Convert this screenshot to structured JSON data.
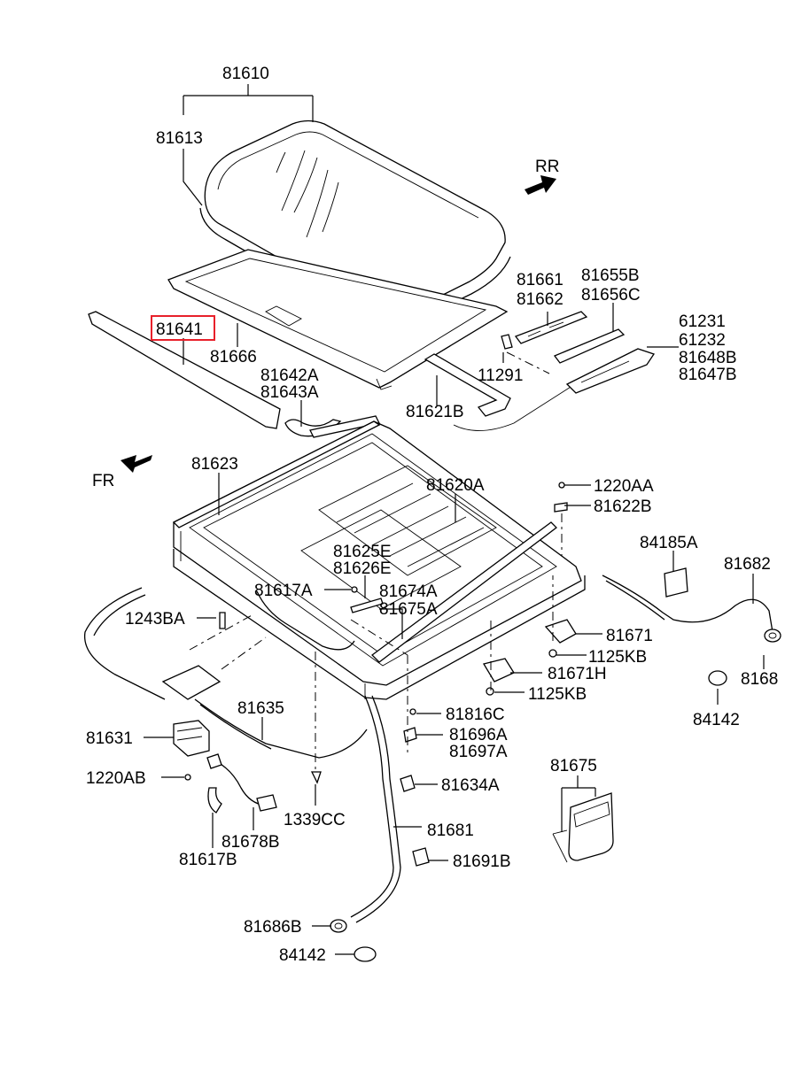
{
  "diagram": {
    "directions": {
      "rear": "RR",
      "front": "FR"
    },
    "highlight_color": "#e8202a",
    "labels": {
      "p81610": "81610",
      "p81613": "81613",
      "p81641": "81641",
      "p81666": "81666",
      "p81661": "81661",
      "p81662": "81662",
      "p81655B": "81655B",
      "p81656C": "81656C",
      "p61231": "61231",
      "p61232": "61232",
      "p81648B": "81648B",
      "p81647B": "81647B",
      "p11291": "11291",
      "p81642A": "81642A",
      "p81643A": "81643A",
      "p81621B": "81621B",
      "p81623": "81623",
      "p81620A": "81620A",
      "p1220AA": "1220AA",
      "p81622B": "81622B",
      "p84185A": "84185A",
      "p81682": "81682",
      "p81625E": "81625E",
      "p81626E": "81626E",
      "p81617A": "81617A",
      "p81674A": "81674A",
      "p81675A": "81675A",
      "p1243BA": "1243BA",
      "p81671": "81671",
      "p1125KB_a": "1125KB",
      "p81671H": "81671H",
      "p1125KB_b": "1125KB",
      "p81686": "8168",
      "p84142_a": "84142",
      "p81635": "81635",
      "p81816C": "81816C",
      "p81696A": "81696A",
      "p81697A": "81697A",
      "p81631": "81631",
      "p1220AB": "1220AB",
      "p81675": "81675",
      "p81634A": "81634A",
      "p1339CC": "1339CC",
      "p81681": "81681",
      "p81678B": "81678B",
      "p81617B": "81617B",
      "p81691B": "81691B",
      "p81686B": "81686B",
      "p84142_b": "84142"
    }
  }
}
